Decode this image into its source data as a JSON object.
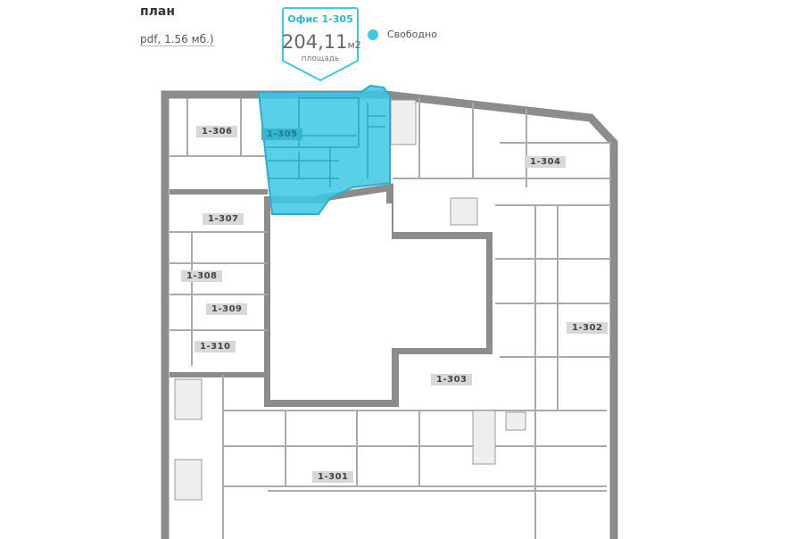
{
  "header": {
    "title": "план",
    "pdf_link": "pdf, 1.56 мб.)"
  },
  "status": {
    "label": "Свободно",
    "color": "#3cc8e4"
  },
  "popup": {
    "title": "Офис 1-305",
    "area": "204,11",
    "unit": "м2",
    "area_label": "площадь"
  },
  "colors": {
    "highlight": "#3cc8e4",
    "wall": "#8c8c8c"
  },
  "rooms": [
    {
      "id": "1-306"
    },
    {
      "id": "1-305"
    },
    {
      "id": "1-304"
    },
    {
      "id": "1-307"
    },
    {
      "id": "1-308"
    },
    {
      "id": "1-309"
    },
    {
      "id": "1-310"
    },
    {
      "id": "1-302"
    },
    {
      "id": "1-303"
    },
    {
      "id": "1-301"
    }
  ]
}
